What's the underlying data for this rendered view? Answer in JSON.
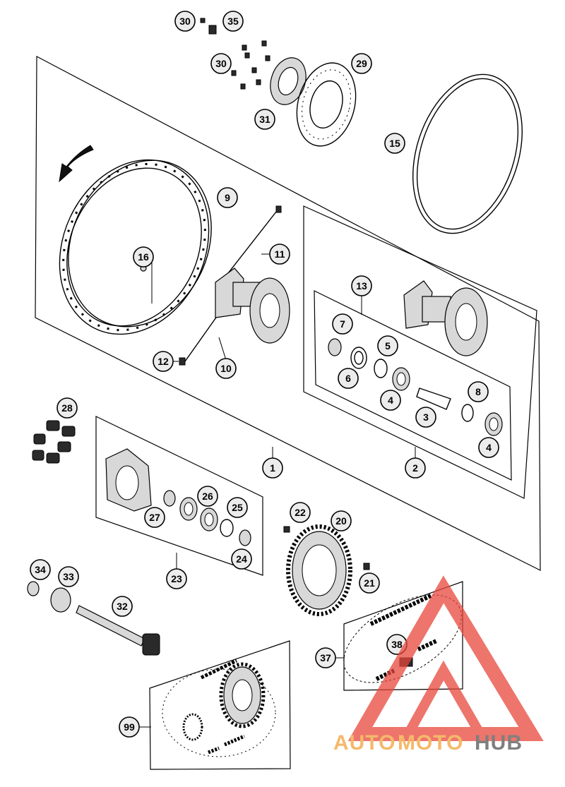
{
  "diagram": {
    "callouts": [
      "1",
      "2",
      "3",
      "4",
      "4",
      "5",
      "6",
      "7",
      "8",
      "9",
      "10",
      "11",
      "12",
      "13",
      "15",
      "16",
      "20",
      "21",
      "22",
      "23",
      "24",
      "25",
      "26",
      "27",
      "28",
      "29",
      "30",
      "30",
      "31",
      "32",
      "33",
      "34",
      "35",
      "37",
      "38",
      "99"
    ]
  },
  "watermark": {
    "text_auto": "AUTO",
    "text_moto": "MOTO",
    "text_hub": "HUB",
    "color_primary": "#e8473c",
    "color_secondary": "#f2a23a",
    "color_dark": "#555555"
  },
  "colors": {
    "line": "#000000",
    "badge_fill": "#ececec"
  }
}
